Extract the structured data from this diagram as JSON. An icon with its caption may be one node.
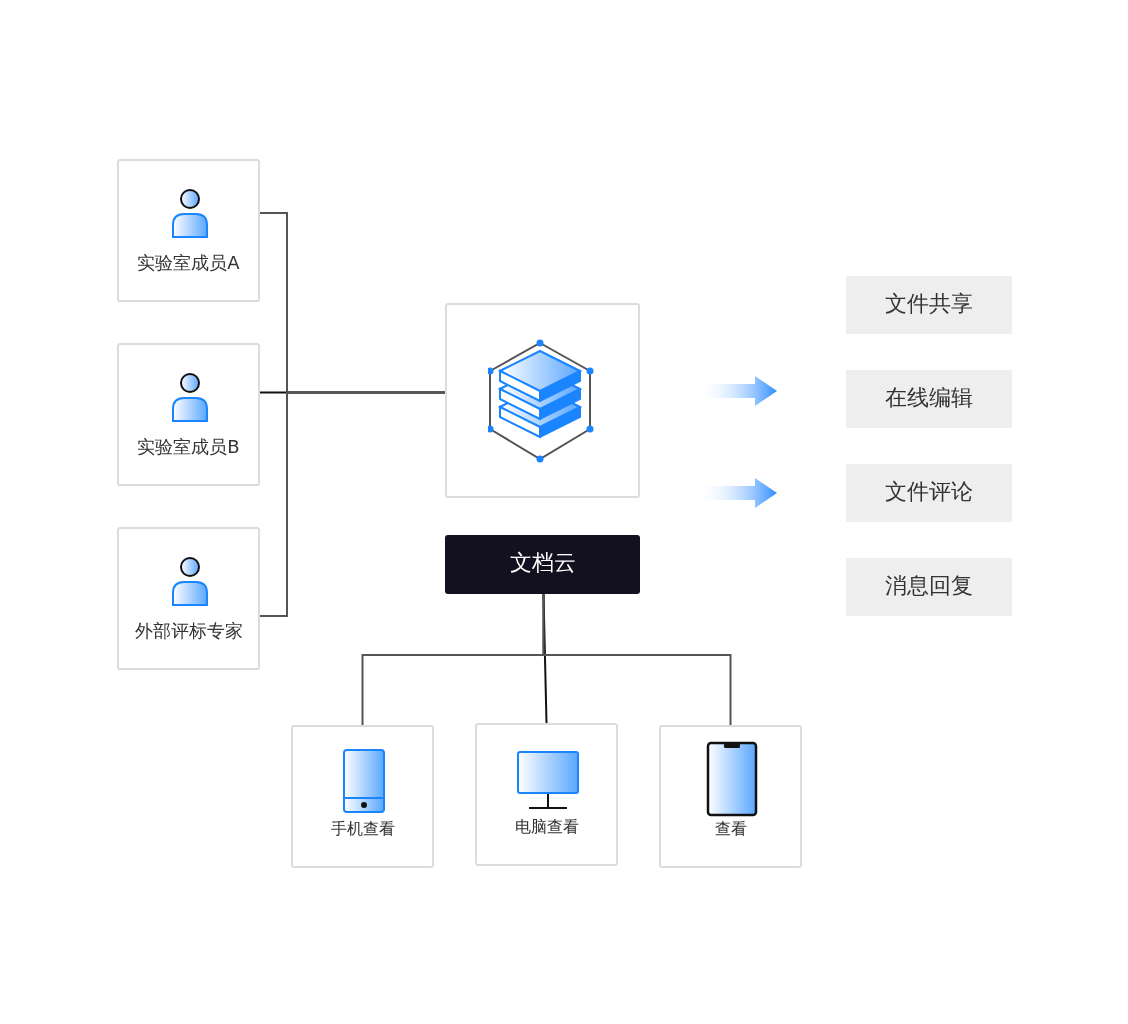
{
  "diagram": {
    "nodes": [
      {
        "text": [
          "实验室成员A"
        ]
      },
      {
        "text": [
          "实验室成员B"
        ]
      },
      {
        "text": [
          "外部评标专家"
        ]
      },
      {
        "text": [],
        "shape": "box"
      },
      {
        "text": [
          "文档云"
        ]
      },
      {
        "text": [
          "文件共享"
        ]
      },
      {
        "text": [
          "在线编辑"
        ]
      },
      {
        "text": [
          "文件评论"
        ]
      },
      {
        "text": [
          "消息回复"
        ]
      },
      {
        "text": [
          "手机查看"
        ]
      },
      {
        "text": [
          "电脑查看"
        ]
      },
      {
        "text": [
          "查看"
        ]
      }
    ],
    "edges": [
      {
        "from": 0,
        "to": 3,
        "arrow": "none"
      },
      {
        "from": 1,
        "to": 3,
        "arrow": "none",
        "color": "#111111"
      },
      {
        "from": 2,
        "to": 3,
        "arrow": "none"
      },
      {
        "from": 4,
        "to": 9,
        "arrow": "none"
      },
      {
        "from": 4,
        "to": 10,
        "arrow": "none",
        "color": "#111111"
      },
      {
        "from": 4,
        "to": 11,
        "arrow": "none"
      }
    ]
  }
}
